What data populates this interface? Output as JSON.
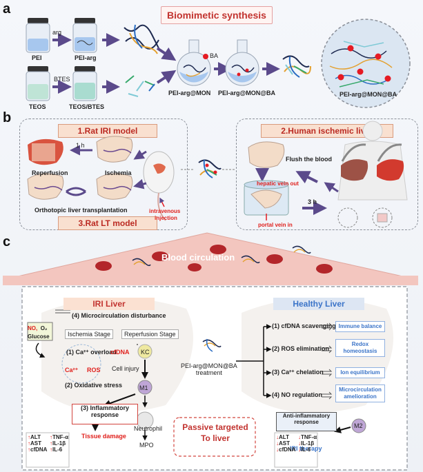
{
  "panel_a": {
    "letter": "a",
    "title": "Biomimetic synthesis",
    "labels": {
      "pei": "PEI",
      "arg": "arg",
      "pei_arg": "PEI-arg",
      "teos": "TEOS",
      "btes": "BTES",
      "teos_btes": "TEOS/BTES",
      "pei_arg_mon": "PEI-arg@MON",
      "ba": "BA",
      "pei_arg_mon_ba": "PEI-arg@MON@BA",
      "zoom_label": "PEI-arg@MON@BA"
    }
  },
  "panel_b": {
    "letter": "b",
    "rat_title": "1.Rat IRI model",
    "human_title": "2.Human ischemic liver",
    "lt_title": "3.Rat LT model",
    "labels": {
      "one_hour": "1 h",
      "reperfusion": "Reperfusion",
      "ischemia": "Ischemia",
      "orthotopic": "Orthotopic liver transplantation",
      "iv_injection_1": "intravenous",
      "iv_injection_2": "injection",
      "flush": "Flush the blood",
      "hepatic_out": "hepatic vein out",
      "portal_in": "portal vein in",
      "three_hours": "3 h"
    }
  },
  "panel_c": {
    "letter": "c",
    "blood_circulation": "Blood circulation",
    "iri_liver": "IRI Liver",
    "healthy_liver": "Healthy Liver",
    "microcirculation_disturbance": "(4) Microcirculation disturbance",
    "no": "NO,",
    "o2": "O₂",
    "glucose": "Glucose",
    "ischemia_stage": "Ischemia Stage",
    "reperfusion_stage": "Reperfusion Stage",
    "ca_overload": "(1) Ca²⁺ overload",
    "ca2": "Ca²⁺",
    "ros": "ROS",
    "cell_injury": "Cell injury",
    "oxidative_stress": "(2) Oxidative stress",
    "cfdna": "cfDNA",
    "kc": "KC",
    "m1": "M1",
    "inflammatory_1": "(3) Inflammatory",
    "inflammatory_2": "response",
    "neutrophil": "Neutrophil",
    "mpo": "MPO",
    "tissue_damage": "Tissue damage",
    "passive_1": "Passive targeted",
    "passive_2": "To liver",
    "treatment_1": "PEI-arg@MON@BA",
    "treatment_2": "treatment",
    "mechanisms": [
      {
        "label": "(1) cfDNA scavenging",
        "effect": "Immune balance"
      },
      {
        "label": "(2) ROS elimination",
        "effect": "Redox homeostasis"
      },
      {
        "label": "(3) Ca²⁺ chelation",
        "effect": "Ion equilibrium"
      },
      {
        "label": "(4) NO regulation",
        "effect": "Microcirculation amelioration"
      }
    ],
    "m2": "M2",
    "anti_inflammatory_1": "Anti-inflammatory",
    "anti_inflammatory_2": "response",
    "iri_therapy": "IRI therapy",
    "left_markers": [
      "ALT",
      "TNF-α",
      "AST",
      "IL-1β",
      "cfDNA",
      "IL-6"
    ],
    "right_markers": [
      "ALT",
      "TNF-α",
      "AST",
      "IL-1β",
      "cfDNA",
      "IL-6"
    ],
    "up_arrow": "↑",
    "down_arrow": "↓"
  },
  "colors": {
    "title_red": "#c2332f",
    "accent_blue": "#3b74c8",
    "arrow_purple": "#5b4a8b",
    "vessel_pink": "#f3c6bf",
    "rbc_red": "#b3262a"
  }
}
